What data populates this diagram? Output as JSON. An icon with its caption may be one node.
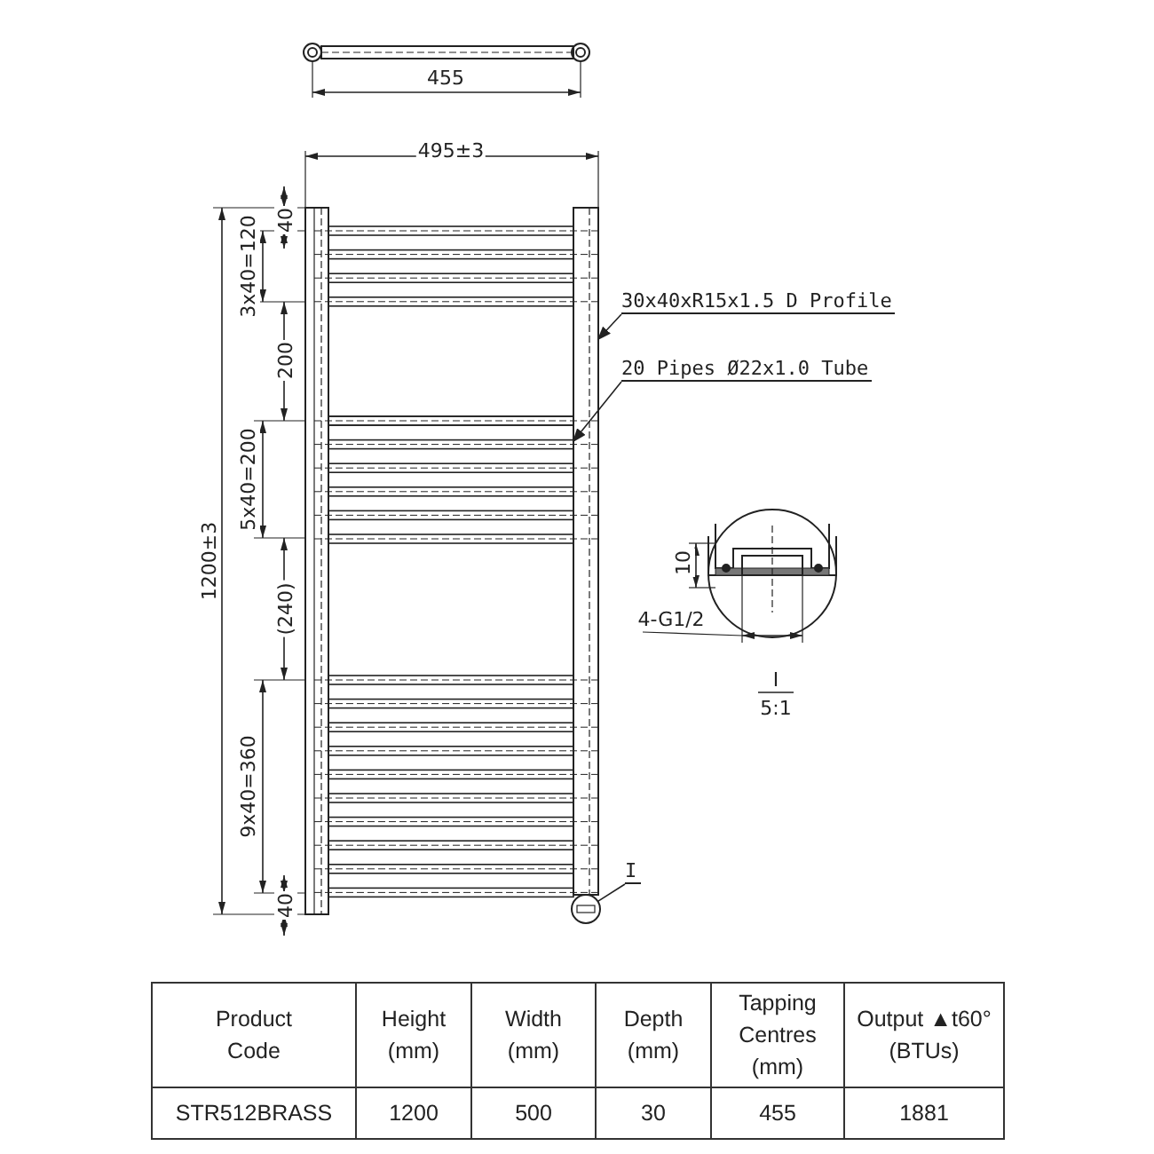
{
  "diagram": {
    "nodes": [
      {
        "text": [
          "30x40xR15x1.5 D Profile"
        ]
      },
      {
        "text": [],
        "shape": "bar"
      },
      {
        "text": [
          "20 Pipes Ø22x1.0 Tube"
        ]
      },
      {
        "text": [],
        "shape": "bar"
      },
      {
        "text": [
          "I"
        ]
      },
      {
        "text": [],
        "shape": "circle"
      }
    ],
    "edges": [
      {
        "from": 0,
        "to": 1,
        "arrow": "to"
      },
      {
        "from": 2,
        "to": 3,
        "arrow": "to"
      },
      {
        "from": 4,
        "to": 5,
        "arrow": "none"
      }
    ],
    "labels": [
      "455",
      "495±3",
      "40",
      "3x40=120",
      "200",
      "5x40=200",
      "(240)",
      "9x40=360",
      "40",
      "1200±3",
      "10",
      "4-G1/2",
      "I",
      "5:1",
      "Product Code",
      "Height (mm)",
      "Width (mm)",
      "Depth (mm)",
      "Tapping Centres (mm)",
      "Output ▲t60° (BTUs)",
      "STR512BRASS",
      "1200",
      "500",
      "30",
      "455",
      "1881"
    ]
  }
}
